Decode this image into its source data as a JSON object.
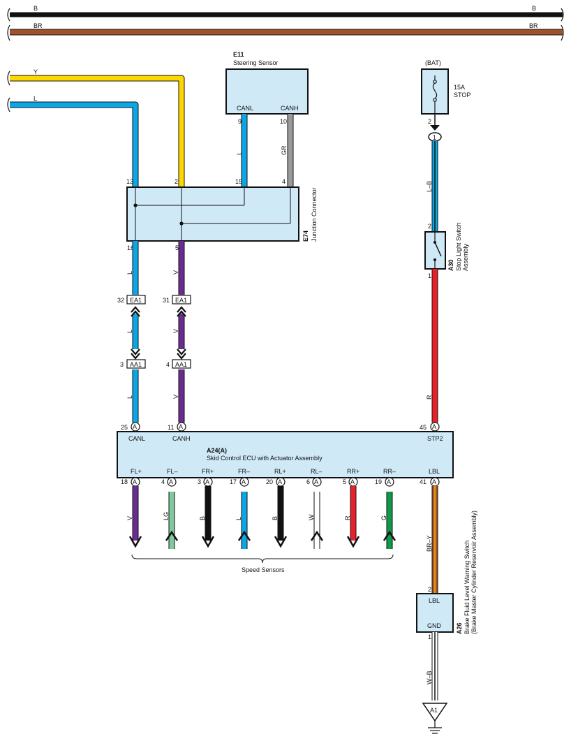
{
  "buses": [
    {
      "label": "B",
      "color": "#111111"
    },
    {
      "label": "BR",
      "color": "#a0522d"
    }
  ],
  "inputs": [
    {
      "label": "Y",
      "color": "#ffd700"
    },
    {
      "label": "L",
      "color": "#0aa7e6"
    }
  ],
  "steering_sensor": {
    "code": "E11",
    "name": "Steering Sensor",
    "canl": "CANL",
    "canh": "CANH",
    "pin_canl": "9",
    "pin_canh": "10",
    "wire_canl": "L",
    "wire_canh": "GR"
  },
  "junction_connector": {
    "code": "E74",
    "name": "Junction Connector",
    "pins_top": [
      "13",
      "2",
      "15",
      "4"
    ],
    "pins_bottom": [
      "16",
      "5"
    ]
  },
  "connectors": {
    "ea1": "EA1",
    "aa1": "AA1",
    "ea1_pin_l": "32",
    "ea1_pin_v": "31",
    "aa1_pin_l": "3",
    "aa1_pin_v": "4"
  },
  "harness_wires": {
    "l": "L",
    "v": "V"
  },
  "fuse": {
    "source": "(BAT)",
    "rating": "15A",
    "name": "STOP",
    "pin": "2",
    "junction": "1",
    "wire": "L–B"
  },
  "stop_switch": {
    "code": "A30",
    "name": "Stop Light Switch",
    "sub": "Assembly",
    "pin_in": "2",
    "pin_out": "1",
    "wire": "R"
  },
  "ecu": {
    "code": "A24(A)",
    "name": "Skid Control ECU with Actuator Assembly",
    "conn": "A",
    "top": [
      {
        "pin": "25",
        "label": "CANL"
      },
      {
        "pin": "11",
        "label": "CANH"
      },
      {
        "pin": "45",
        "label": "STP2"
      }
    ],
    "sensors": [
      {
        "pin": "18",
        "label": "FL+",
        "wire": "V",
        "color": "#6a2c91",
        "dir": "down"
      },
      {
        "pin": "4",
        "label": "FL–",
        "wire": "LG",
        "color": "#7fc9a0",
        "dir": "up"
      },
      {
        "pin": "3",
        "label": "FR+",
        "wire": "B",
        "color": "#111111",
        "dir": "down"
      },
      {
        "pin": "17",
        "label": "FR–",
        "wire": "L",
        "color": "#0aa7e6",
        "dir": "up"
      },
      {
        "pin": "20",
        "label": "RL+",
        "wire": "B",
        "color": "#111111",
        "dir": "down"
      },
      {
        "pin": "6",
        "label": "RL–",
        "wire": "W",
        "color": "#ffffff",
        "dir": "up"
      },
      {
        "pin": "5",
        "label": "RR+",
        "wire": "R",
        "color": "#e8202a",
        "dir": "down"
      },
      {
        "pin": "19",
        "label": "RR–",
        "wire": "G",
        "color": "#0f9a48",
        "dir": "up"
      }
    ],
    "lbl": {
      "pin": "41",
      "label": "LBL",
      "wire": "BR–Y"
    }
  },
  "speed_sensors_label": "Speed Sensors",
  "brake_switch": {
    "code": "A26",
    "name": "Brake Fluid Level Warning Switch",
    "sub": "(Brake Master Cylinder Reservoir Assembly)",
    "lbl": "LBL",
    "gnd": "GND",
    "pin_top": "2",
    "pin_bottom": "1",
    "wire": "W–B"
  },
  "ground": {
    "label": "A1"
  },
  "colors": {
    "L": "#0aa7e6",
    "Y": "#ffd700",
    "V": "#6a2c91",
    "GR": "#9a9a9a",
    "R": "#e8202a",
    "BR": "#a0522d",
    "ORANGE": "#e8940f",
    "box": "#cfe9f7"
  }
}
